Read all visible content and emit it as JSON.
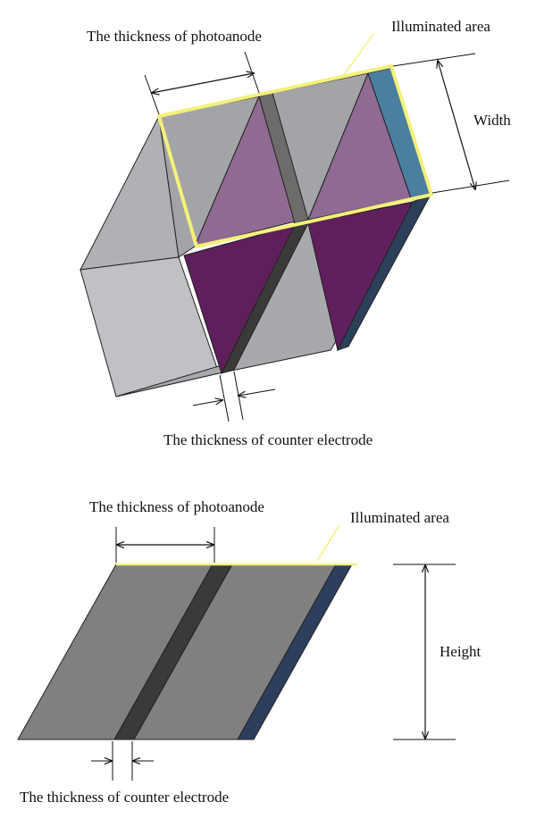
{
  "top_view": {
    "photoanode_label": "The thickness of photoanode",
    "illuminated_label": "Illuminated area",
    "width_label": "Width",
    "counter_label": "The thickness of counter electrode"
  },
  "side_view": {
    "photoanode_label": "The thickness of photoanode",
    "illuminated_label": "Illuminated area",
    "height_label": "Height",
    "counter_label": "The thickness of counter electrode"
  },
  "colors": {
    "box_face_light": "#bdbec2",
    "box_face_mid": "#a7a8ac",
    "box_face_top": "#9c9da0",
    "photoanode_fill": "#8f6a92",
    "photoanode_dark": "#5c1f5a",
    "counter_electrode": "#6e6c6a",
    "counter_electrode_dark": "#3c3a38",
    "substrate_blue": "#4a7fa0",
    "substrate_dark": "#2c405a",
    "illuminated_outline": "#f5f07a",
    "side_face": "#808080",
    "side_electrode": "#3a3a3a",
    "side_substrate": "#2e3f5e"
  }
}
